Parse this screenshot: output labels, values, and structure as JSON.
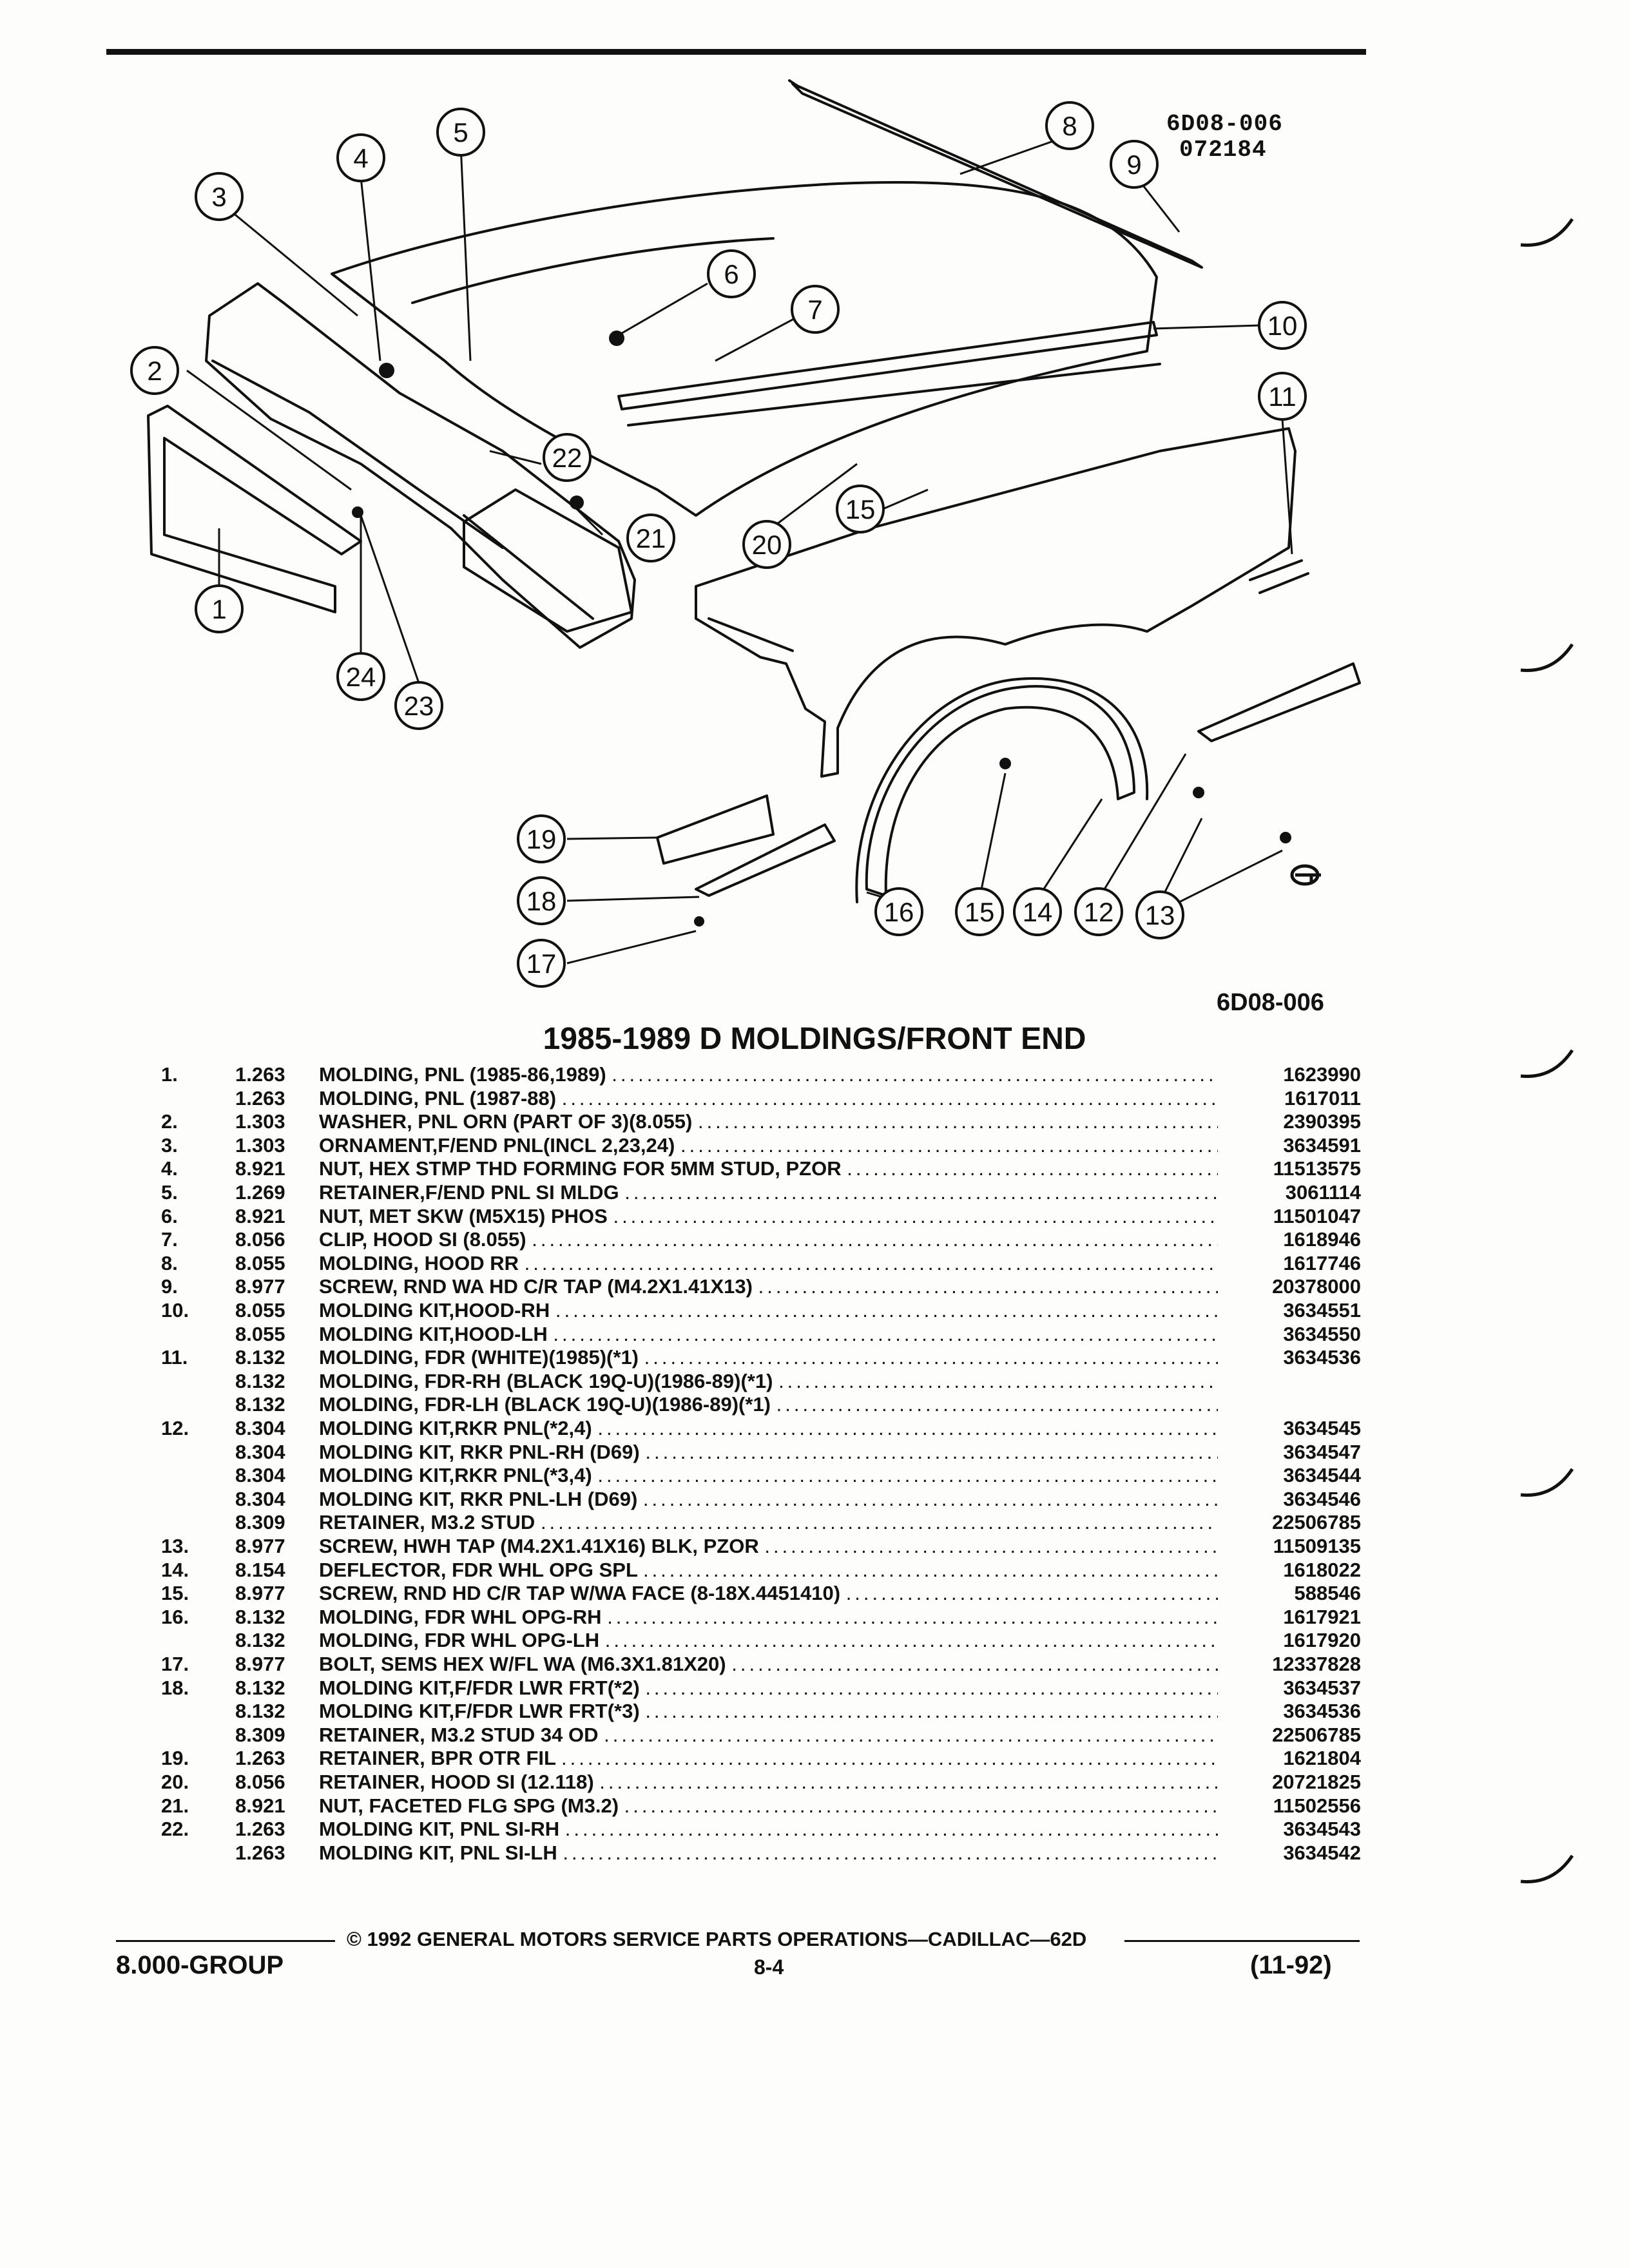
{
  "diagram": {
    "code_top": "6D08-006",
    "date_top": "072184",
    "code_bottom": "6D08-006",
    "callouts": [
      "1",
      "2",
      "3",
      "4",
      "5",
      "6",
      "7",
      "8",
      "9",
      "10",
      "11",
      "12",
      "13",
      "14",
      "15",
      "15",
      "16",
      "17",
      "18",
      "19",
      "20",
      "21",
      "22",
      "23",
      "24"
    ]
  },
  "title": "1985-1989 D MOLDINGS/FRONT END",
  "parts": [
    {
      "ref": "1.",
      "group": "1.263",
      "name": "MOLDING",
      "desc": ", PNL (1985-86,1989)",
      "pn": "1623990"
    },
    {
      "ref": "",
      "group": "1.263",
      "name": "MOLDING",
      "desc": ", PNL (1987-88)",
      "pn": "1617011"
    },
    {
      "ref": "2.",
      "group": "1.303",
      "name": "WASHER",
      "desc": ", PNL ORN (PART OF 3)(8.055)",
      "pn": "2390395"
    },
    {
      "ref": "3.",
      "group": "1.303",
      "name": "ORNAMENT",
      "desc": ",F/END PNL(INCL 2,23,24)",
      "pn": "3634591"
    },
    {
      "ref": "4.",
      "group": "8.921",
      "name": "NUT",
      "desc": ", HEX STMP THD FORMING FOR 5MM STUD, PZOR",
      "pn": "11513575"
    },
    {
      "ref": "5.",
      "group": "1.269",
      "name": "RETAINER",
      "desc": ",F/END PNL SI MLDG",
      "pn": "3061114"
    },
    {
      "ref": "6.",
      "group": "8.921",
      "name": "NUT",
      "desc": ", MET SKW (M5X15) PHOS",
      "pn": "11501047"
    },
    {
      "ref": "7.",
      "group": "8.056",
      "name": "CLIP",
      "desc": ", HOOD SI (8.055)",
      "pn": "1618946"
    },
    {
      "ref": "8.",
      "group": "8.055",
      "name": "MOLDING",
      "desc": ", HOOD RR",
      "pn": "1617746"
    },
    {
      "ref": "9.",
      "group": "8.977",
      "name": "SCREW",
      "desc": ", RND WA HD C/R TAP (M4.2X1.41X13)",
      "pn": "20378000"
    },
    {
      "ref": "10.",
      "group": "8.055",
      "name": "MOLDING KIT",
      "desc": ",HOOD-RH",
      "pn": "3634551"
    },
    {
      "ref": "",
      "group": "8.055",
      "name": "MOLDING KIT",
      "desc": ",HOOD-LH",
      "pn": "3634550"
    },
    {
      "ref": "11.",
      "group": "8.132",
      "name": "MOLDING",
      "desc": ", FDR (WHITE)(1985)(*1)",
      "pn": "3634536"
    },
    {
      "ref": "",
      "group": "8.132",
      "name": "MOLDING",
      "desc": ", FDR-RH (BLACK 19Q-U)(1986-89)(*1)",
      "pn": ""
    },
    {
      "ref": "",
      "group": "8.132",
      "name": "MOLDING",
      "desc": ", FDR-LH (BLACK 19Q-U)(1986-89)(*1)",
      "pn": ""
    },
    {
      "ref": "12.",
      "group": "8.304",
      "name": "MOLDING KIT",
      "desc": ",RKR PNL(*2,4)",
      "pn": "3634545"
    },
    {
      "ref": "",
      "group": "8.304",
      "name": "MOLDING KIT",
      "desc": ", RKR PNL-RH (D69)",
      "pn": "3634547"
    },
    {
      "ref": "",
      "group": "8.304",
      "name": "MOLDING KIT",
      "desc": ",RKR PNL(*3,4)",
      "pn": "3634544"
    },
    {
      "ref": "",
      "group": "8.304",
      "name": "MOLDING KIT",
      "desc": ", RKR PNL-LH (D69)",
      "pn": "3634546"
    },
    {
      "ref": "",
      "group": "8.309",
      "name": "RETAINER",
      "desc": ", M3.2 STUD",
      "pn": "22506785"
    },
    {
      "ref": "13.",
      "group": "8.977",
      "name": "SCREW",
      "desc": ", HWH TAP (M4.2X1.41X16) BLK, PZOR",
      "pn": "11509135"
    },
    {
      "ref": "14.",
      "group": "8.154",
      "name": "DEFLECTOR",
      "desc": ", FDR WHL OPG SPL",
      "pn": "1618022"
    },
    {
      "ref": "15.",
      "group": "8.977",
      "name": "SCREW",
      "desc": ", RND HD C/R TAP W/WA FACE (8-18X.4451410)",
      "pn": "588546"
    },
    {
      "ref": "16.",
      "group": "8.132",
      "name": "MOLDING",
      "desc": ", FDR WHL OPG-RH",
      "pn": "1617921"
    },
    {
      "ref": "",
      "group": "8.132",
      "name": "MOLDING",
      "desc": ", FDR WHL OPG-LH",
      "pn": "1617920"
    },
    {
      "ref": "17.",
      "group": "8.977",
      "name": "BOLT",
      "desc": ", SEMS HEX W/FL WA (M6.3X1.81X20)",
      "pn": "12337828"
    },
    {
      "ref": "18.",
      "group": "8.132",
      "name": "MOLDING KIT",
      "desc": ",F/FDR LWR FRT(*2)",
      "pn": "3634537"
    },
    {
      "ref": "",
      "group": "8.132",
      "name": "MOLDING KIT",
      "desc": ",F/FDR LWR FRT(*3)",
      "pn": "3634536"
    },
    {
      "ref": "",
      "group": "8.309",
      "name": "RETAINER",
      "desc": ", M3.2 STUD 34 OD",
      "pn": "22506785"
    },
    {
      "ref": "19.",
      "group": "1.263",
      "name": "RETAINER",
      "desc": ", BPR OTR FIL",
      "pn": "1621804"
    },
    {
      "ref": "20.",
      "group": "8.056",
      "name": "RETAINER",
      "desc": ", HOOD SI (12.118)",
      "pn": "20721825"
    },
    {
      "ref": "21.",
      "group": "8.921",
      "name": "NUT",
      "desc": ", FACETED FLG SPG (M3.2)",
      "pn": "11502556"
    },
    {
      "ref": "22.",
      "group": "1.263",
      "name": "MOLDING KIT",
      "desc": ", PNL SI-RH",
      "pn": "3634543"
    },
    {
      "ref": "",
      "group": "1.263",
      "name": "MOLDING KIT",
      "desc": ", PNL SI-LH",
      "pn": "3634542"
    }
  ],
  "footer": {
    "copyright": "© 1992 GENERAL MOTORS SERVICE PARTS OPERATIONS—CADILLAC—62D",
    "group": "8.000-GROUP",
    "page": "8-4",
    "date": "(11-92)"
  }
}
